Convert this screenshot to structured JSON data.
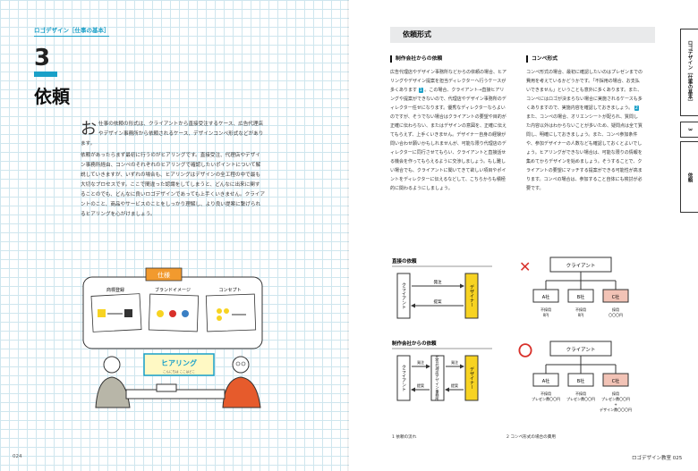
{
  "left": {
    "category_label": "ロゴデザイン［仕事の基本］",
    "chapter_number": "3",
    "chapter_title": "依頼",
    "intro_dropcap": "お",
    "intro_paragraphs": [
      "仕事の依頼の形式は、クライアントから直接受注するケース、広告代理店やデザイン事務所から依頼されるケース、デザインコンペ形式などがあります。",
      "依頼があったらまず最初に行うのがヒアリングです。直接受注、代理店やデザイン事務所経由、コンペのそれぞれのヒアリングで確認したいポイントについて解説していきますが、いずれの場合も、ヒアリングはデザインの全工程の中で最も大切なプロセスです。ここで間違った認識をしてしまうと、どんなに出来に関することのでも、どんなに良いロゴデザインであっても上手くいきません。クライアントのこと、商品やサービスのことをしっかり理解し、より良い提案に繋げられるヒアリングを心がけましょう。"
    ],
    "illustration": {
      "board_title": "仕様",
      "cards": [
        "商標登録",
        "ブランドイメージ",
        "コンセプト"
      ],
      "speech": "ヒアリング",
      "speech_sub": "こんにちは ここはどこ"
    },
    "folio": "024"
  },
  "right": {
    "section_label": "依頼形式",
    "col1": {
      "heading": "制作会社からの依頼",
      "text_before": "広告代理店やデザイン事務所などからの依頼の場合、ヒアリングやデザイン提案を担当ディレクターへ行うケースが多くあります",
      "badge": "1",
      "text_after": "。この場合、クライアント→直接ヒアリングや提案ができないので、代理店やデザイン事務所のディレクター任せになります。優秀なディレクターならよいのですが、そうでない場合はクライアントの要望や目的が正確に伝わらない、またはデザインの意図を、正確に伝えてもらえず、上手くいきません。デザイナー自身の経験が問い合わせ願いかもしれませんが、可能な限り代理店のディレクターに同行させてもらい、クライアントと直接話せる機会を作ってもらえるように交渉しましょう。もし難しい場合でも、クライアントに聞いてきて欲しい項目やポイントをディレクターに伝えるなどして、こちらからも積極的に関わるようにしましょう。"
    },
    "col2": {
      "heading": "コンペ形式",
      "text_before": "コンペ形式の場合、最初に確認したいのはプレゼンまでの費用を考えているかどうかです。「不採用の場合、お支払いできません」ということも意外に多くあります。また、コンペにはロゴが決まらない場合に実施されるケースも多くありますので、実施内容を確認しておきましょう。",
      "badge": "2",
      "text_after": "また、コンペの場合、オリエンシートが配られ、質問した内容以外はわからないことが多いため、疑問点は全て質問し、明確にしておきましょう。また、コンペ参加条件や、参加デザイナーの人数なども確認しておくとよいでしょう。ヒアリングができない場合は、可能な限りの情報を集めてからデザインを始めましょう。そうすることで、クライアントの要望にマッチする提案ができる可能性が高まります。コンペの場合は、参加すること自体にも検討が必要です。"
    },
    "diagram": {
      "left_top_title": "直接の依頼",
      "left_bottom_title": "制作会社からの依頼",
      "client": "クライアント",
      "designer": "デザイナー",
      "agency": "広告代理店デザイン事務所",
      "order": "発注",
      "proposal": "提案",
      "right_client": "クライアント",
      "company_a": "A社",
      "company_b": "B社",
      "company_c": "C社",
      "rejected": "不採用",
      "yen0": "0円",
      "adopted": "採用",
      "amount": "〇〇〇円",
      "rejected_fee": "不採用",
      "presentation_fee": "プレゼン費〇〇円",
      "adopted_plus": "採用",
      "presentation_plus": "プレゼン費〇〇円",
      "plus": "+",
      "design_fee": "デザイン費〇〇〇円",
      "mark_x": "✕",
      "mark_o": "〇"
    },
    "caption1": "1 依頼の流れ",
    "caption2": "2 コンペ形式の場合の費用",
    "folio": "ロゴデザイン教室 025",
    "tabs": {
      "tab1": "ロゴデザイン［仕事の基本］",
      "tab2": "3",
      "tab3": "依頼"
    }
  },
  "colors": {
    "accent": "#1aa0c8",
    "red_mark": "#d8302a",
    "salmon": "#f2c3b6",
    "yellow": "#f7d322"
  }
}
